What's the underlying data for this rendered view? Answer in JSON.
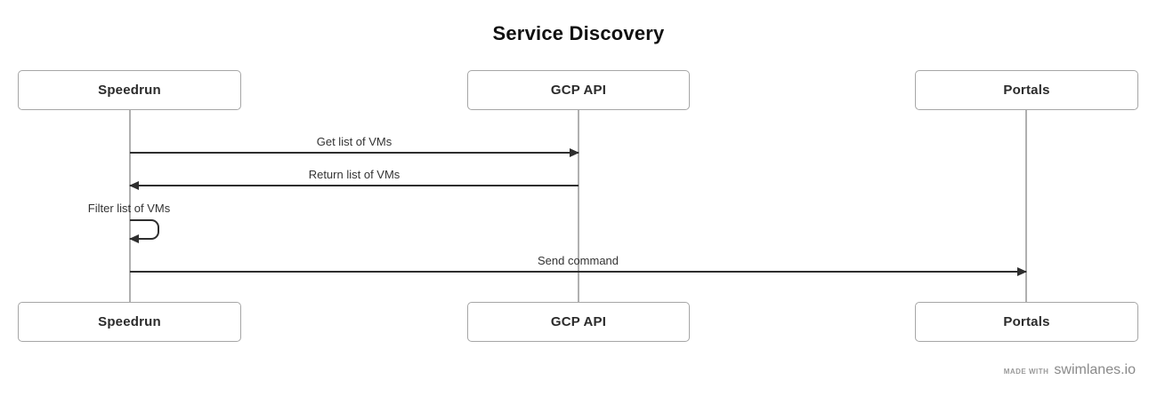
{
  "title": "Service Discovery",
  "diagram_type": "sequence",
  "actors": [
    {
      "name": "Speedrun"
    },
    {
      "name": "GCP API"
    },
    {
      "name": "Portals"
    }
  ],
  "messages": [
    {
      "label": "Get list of VMs",
      "from": "Speedrun",
      "to": "GCP API",
      "direction": "right"
    },
    {
      "label": "Return list of VMs",
      "from": "GCP API",
      "to": "Speedrun",
      "direction": "left"
    },
    {
      "label": "Filter list of VMs",
      "from": "Speedrun",
      "to": "Speedrun",
      "direction": "self"
    },
    {
      "label": "Send command",
      "from": "Speedrun",
      "to": "Portals",
      "direction": "right"
    }
  ],
  "footer": {
    "made_with": "made with",
    "brand": "swimlanes.io"
  },
  "colors": {
    "message_line": "#2e2e2e",
    "lifeline": "#b0b0b0",
    "box_border": "#a6a6a6",
    "text": "#333333",
    "footer_text": "#8a8a8a",
    "background": "#ffffff"
  }
}
